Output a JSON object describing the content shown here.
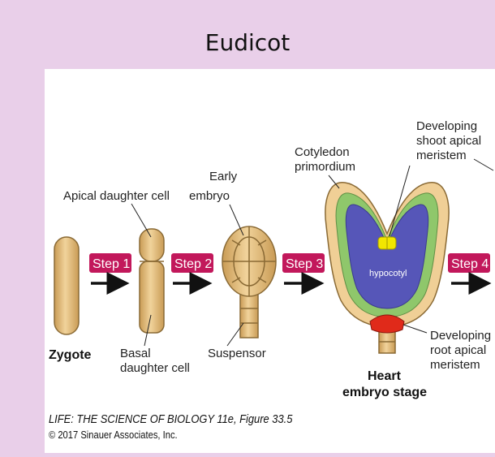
{
  "title": "Eudicot",
  "labels": {
    "zygote": "Zygote",
    "apical_daughter": "Apical daughter cell",
    "basal_daughter_line1": "Basal",
    "basal_daughter_line2": "daughter cell",
    "early_embryo_line1": "Early",
    "early_embryo_line2": "embryo",
    "suspensor": "Suspensor",
    "cotyledon_line1": "Cotyledon",
    "cotyledon_line2": "primordium",
    "shoot_line1": "Developing",
    "shoot_line2": "shoot apical",
    "shoot_line3": "meristem",
    "root_line1": "Developing",
    "root_line2": "root apical",
    "root_line3": "meristem",
    "hypocotyl": "hypocotyl",
    "heart_line1": "Heart",
    "heart_line2": "embryo stage"
  },
  "steps": [
    "Step 1",
    "Step 2",
    "Step 3",
    "Step 4"
  ],
  "credit": {
    "line1": "LIFE: THE SCIENCE OF BIOLOGY 11e, Figure 33.5",
    "line2": "© 2017 Sinauer Associates, Inc."
  },
  "colors": {
    "background": "#e9cfe9",
    "step_badge": "#c2185b",
    "cell_tan": "#e2bf82",
    "protoderm_tan": "#f0cf96",
    "ground_green": "#8fc76b",
    "vascular_blue": "#5656b8",
    "shoot_meristem_yellow": "#f2e600",
    "root_meristem_red": "#e02a1a"
  }
}
